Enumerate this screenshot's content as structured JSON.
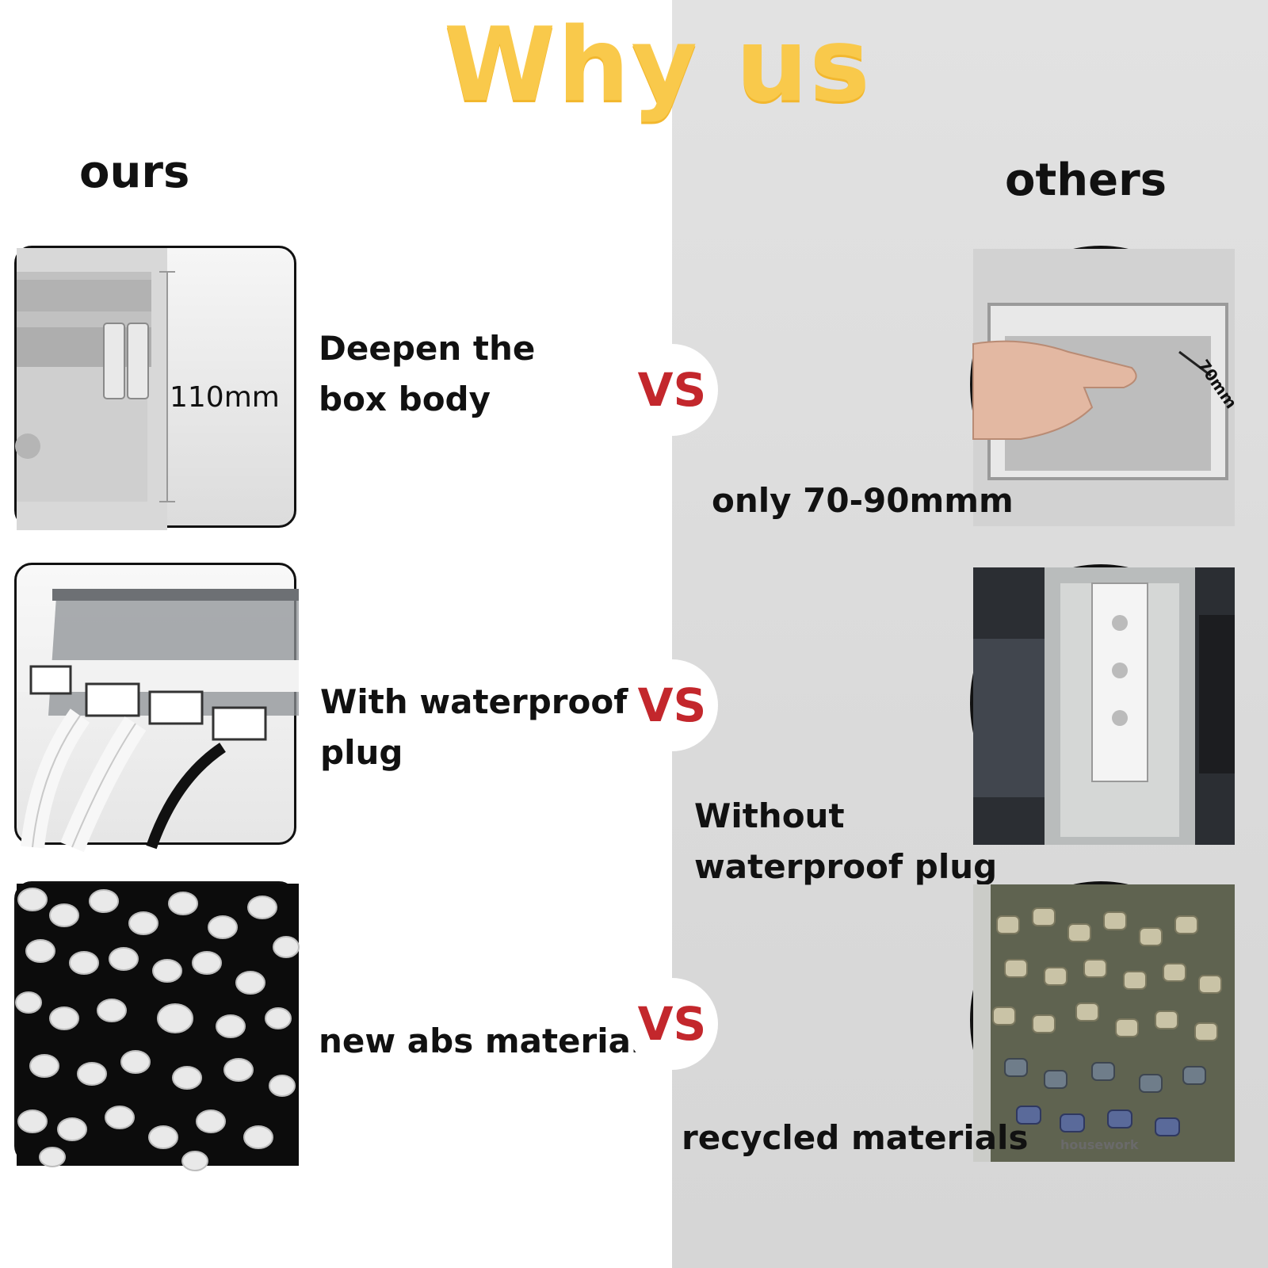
{
  "title": "Why us",
  "columns": {
    "ours": "ours",
    "others": "others"
  },
  "vs_label": "VS",
  "rows": [
    {
      "ours_text": "Deepen the box body",
      "ours_dimension": "110mm",
      "others_text": "only 70-90mmm",
      "others_dimension": "70mm",
      "ours_image_icon": "deep-box-image",
      "others_image_icon": "shallow-box-hand-image"
    },
    {
      "ours_text": "With waterproof plug",
      "others_text": "Without waterproof plug",
      "ours_image_icon": "waterproof-plug-box-image",
      "others_image_icon": "power-strip-box-image"
    },
    {
      "ours_text": "new abs material",
      "others_text": "recycled materials",
      "ours_image_icon": "white-pellets-image",
      "others_image_icon": "recycled-pellets-image"
    }
  ],
  "watermark": "housework",
  "colors": {
    "title": "#f9c94b",
    "vs": "#c3272c",
    "right_bg": "#dadada"
  }
}
